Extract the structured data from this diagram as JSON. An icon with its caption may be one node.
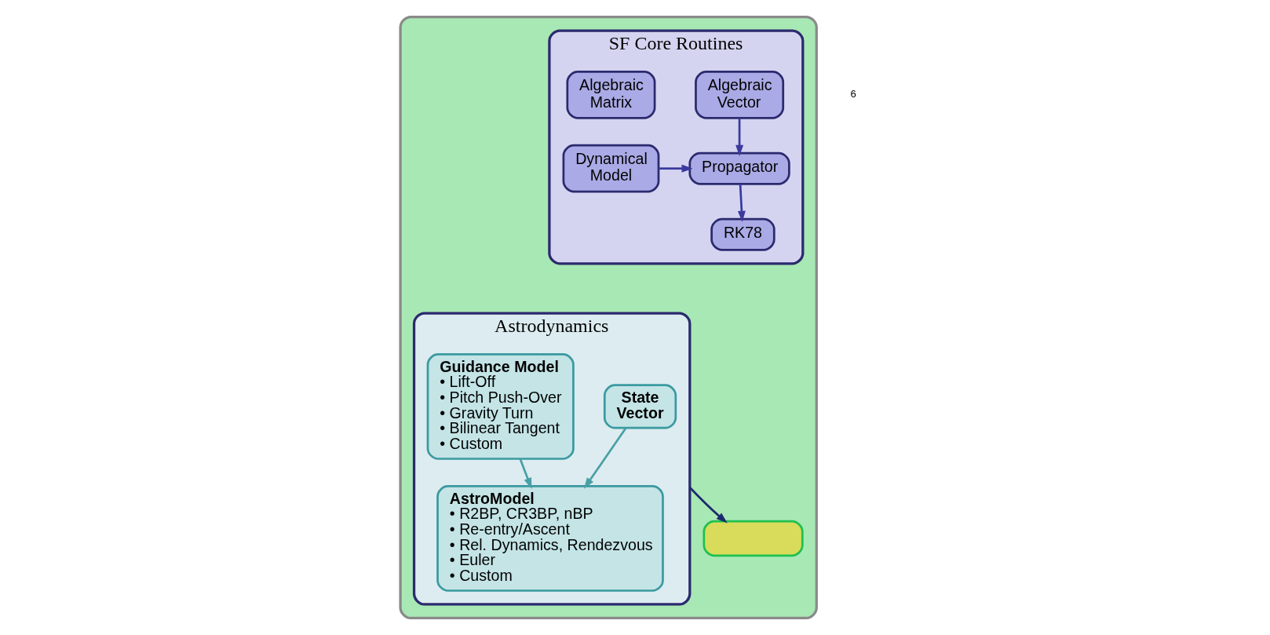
{
  "diagram": {
    "nodes": [
      {
        "text": [],
        "shape": "box"
      },
      {
        "text": [
          "SF Core Routines"
        ],
        "in": 0
      },
      {
        "text": [
          "Algebraic Matrix"
        ],
        "in": 1
      },
      {
        "text": [
          "Algebraic Vector"
        ],
        "in": 1
      },
      {
        "text": [
          "Dynamical Model"
        ],
        "in": 1
      },
      {
        "text": [
          "Propagator"
        ],
        "in": 1
      },
      {
        "text": [
          "RK78"
        ],
        "in": 1
      },
      {
        "text": [
          "Astrodynamics"
        ],
        "in": 0
      },
      {
        "text": [
          "State Vector"
        ],
        "in": 7
      },
      {
        "text": [
          "Guidance Model",
          "• Lift-Off",
          "• Pitch Push-Over",
          "• Gravity Turn",
          "• Bilinear Tangent",
          "• Custom"
        ],
        "in": 7
      },
      {
        "text": [
          "AstroModel",
          "• R2BP, CR3BP, nBP",
          "• Re-entry/Ascent",
          "• Rel. Dynamics, Rendezvous",
          "• Euler",
          "• Custom"
        ],
        "in": 7
      },
      {
        "text": [],
        "shape": "box",
        "in": 0
      }
    ],
    "edges": [
      {
        "from": 3,
        "to": 5,
        "arrow": "to"
      },
      {
        "from": 4,
        "to": 5,
        "arrow": "to"
      },
      {
        "from": 5,
        "to": 6,
        "arrow": "to"
      },
      {
        "from": 8,
        "to": 10,
        "arrow": "to",
        "color": "#4aa0a6"
      },
      {
        "from": 9,
        "to": 10,
        "arrow": "to",
        "color": "#4aa0a6"
      },
      {
        "from": 7,
        "to": 11,
        "arrow": "to",
        "color": "#1e2a6e"
      }
    ],
    "labels": [
      "6"
    ]
  }
}
